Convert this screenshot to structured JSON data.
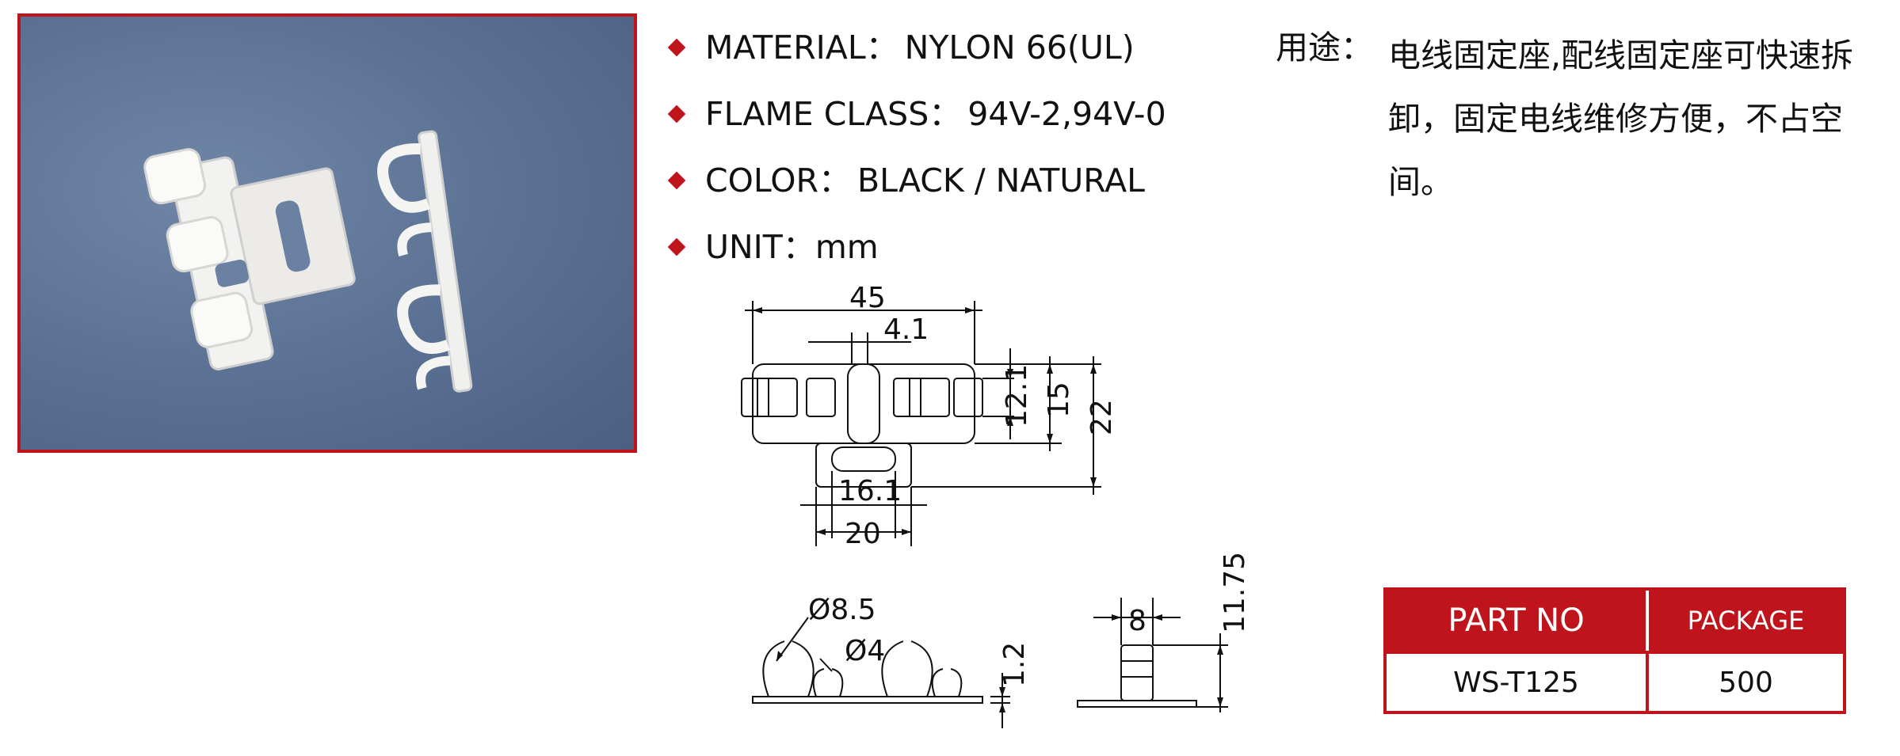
{
  "specs": [
    {
      "label": "MATERIAL：",
      "value": "NYLON 66(UL)"
    },
    {
      "label": "FLAME CLASS：",
      "value": "94V-2,94V-0"
    },
    {
      "label": "COLOR：",
      "value": "BLACK / NATURAL"
    },
    {
      "label": "UNIT：",
      "value": "mm"
    }
  ],
  "usage": {
    "label": "用途：",
    "text": "电线固定座,配线固定座可快速拆卸，固定电线维修方便，不占空间。"
  },
  "dimensions": {
    "top_view": {
      "overall_length": "45",
      "slot_gap": "4.1",
      "clip_height": "12.1",
      "body_height": "15",
      "total_height": "22",
      "slot_length": "16.1",
      "tab_width": "20"
    },
    "side_view": {
      "large_dia": "Ø8.5",
      "small_dia": "Ø4",
      "base_thick": "1.2"
    },
    "end_view": {
      "width": "8",
      "height": "11.75"
    }
  },
  "table": {
    "headers": [
      "PART NO",
      "PACKAGE"
    ],
    "rows": [
      [
        "WS-T125",
        "500"
      ]
    ]
  },
  "colors": {
    "accent": "#c0141c"
  }
}
